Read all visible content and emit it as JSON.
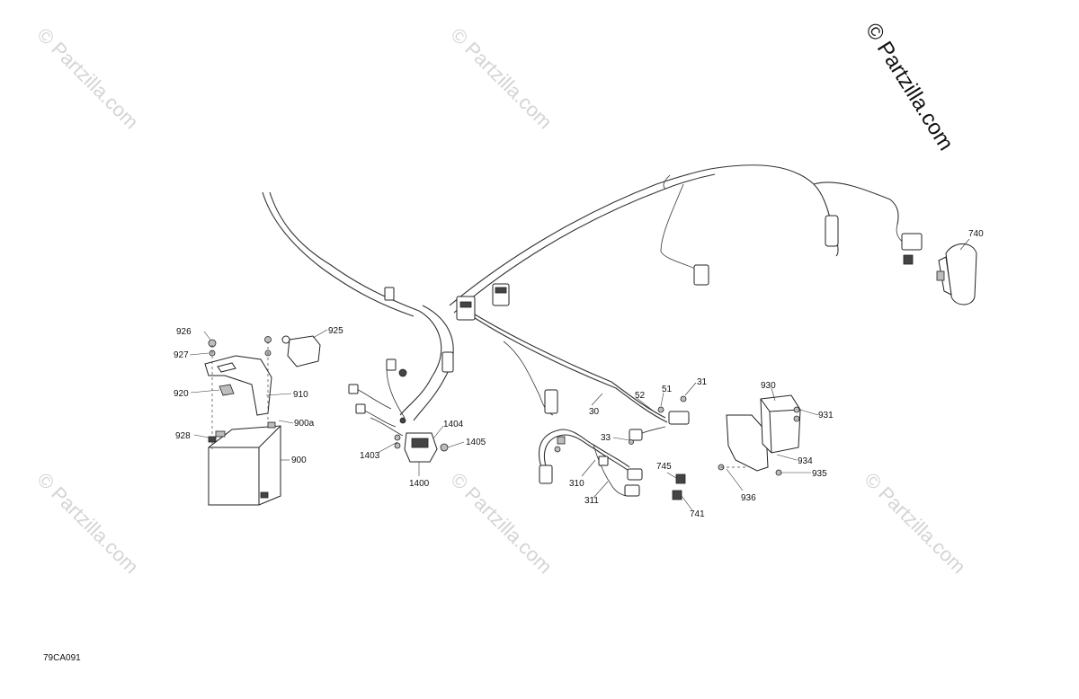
{
  "watermark": {
    "main": "© Partzilla.com",
    "tile": "© Partzilla.com"
  },
  "diagram_code": "79CA091",
  "labels": {
    "p30": "30",
    "p31": "31",
    "p33": "33",
    "p51": "51",
    "p52": "52",
    "p310": "310",
    "p311": "311",
    "p740": "740",
    "p741": "741",
    "p745": "745",
    "p900": "900",
    "p900a": "900a",
    "p910": "910",
    "p920": "920",
    "p925": "925",
    "p926": "926",
    "p927": "927",
    "p928": "928",
    "p930": "930",
    "p931": "931",
    "p934": "934",
    "p935": "935",
    "p936": "936",
    "p1400": "1400",
    "p1403": "1403",
    "p1404": "1404",
    "p1405": "1405"
  },
  "colors": {
    "line": "#222222",
    "watermark": "#d4d4d4"
  }
}
